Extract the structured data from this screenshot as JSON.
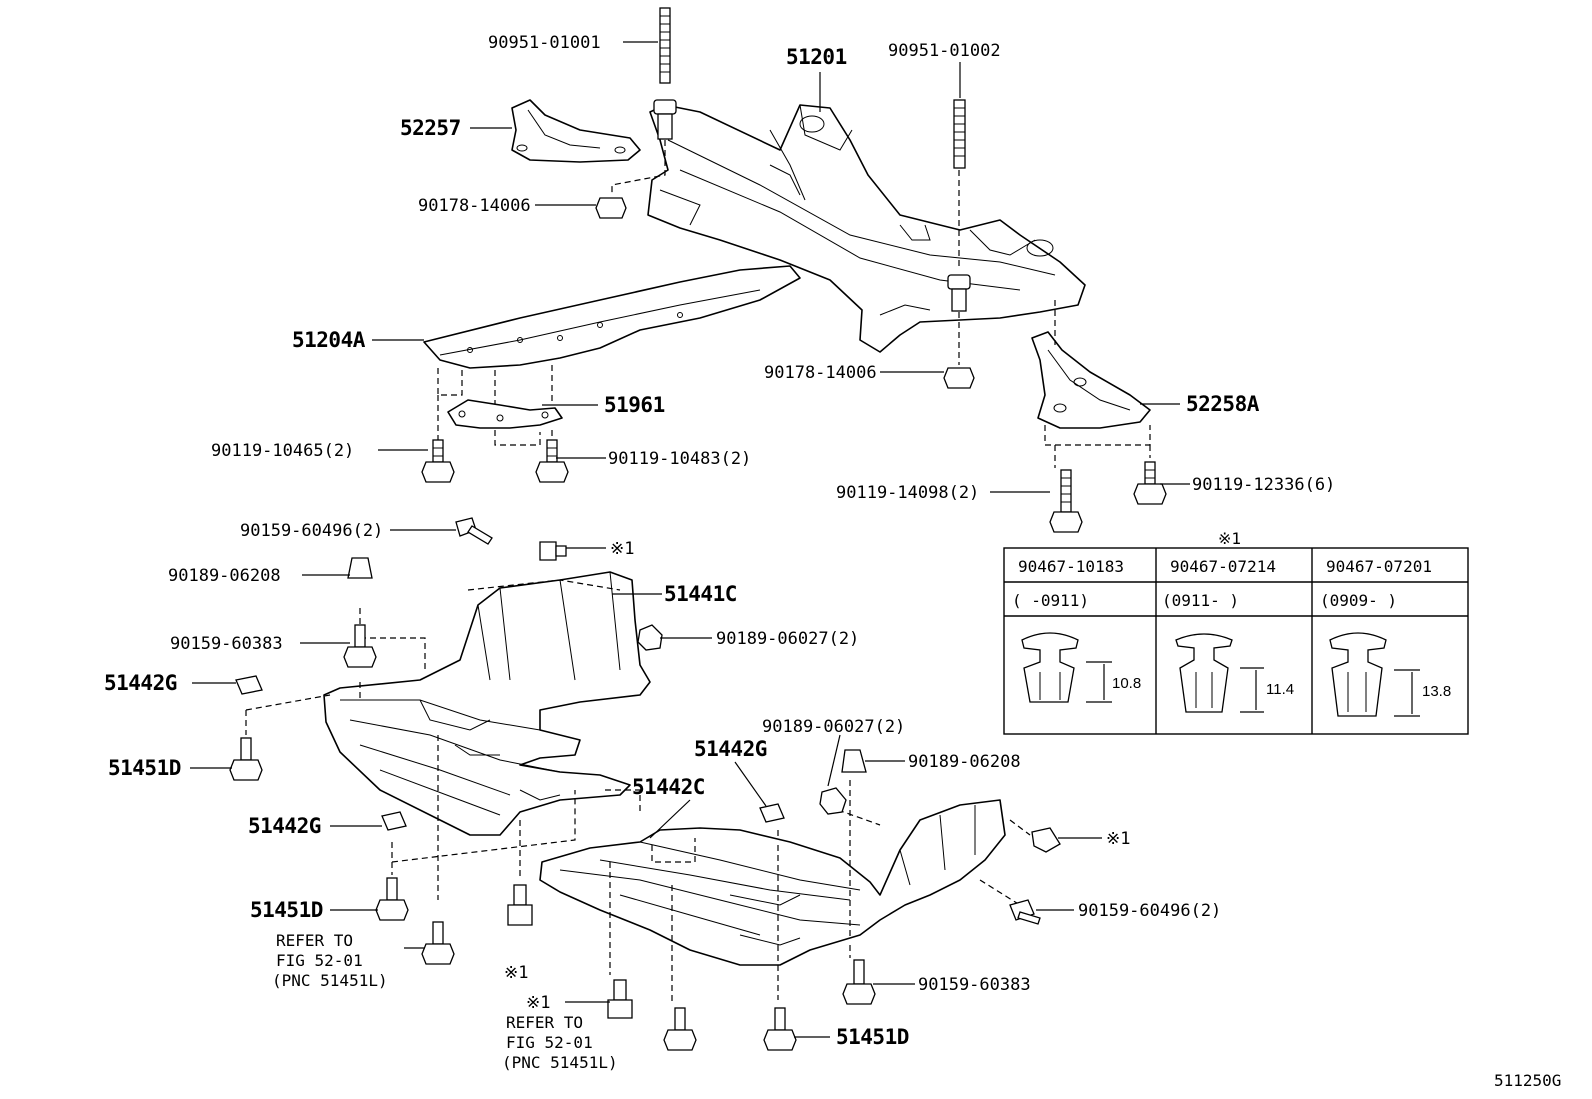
{
  "labels": {
    "p90951_01001": "90951-01001",
    "p51201": "51201",
    "p90951_01002": "90951-01002",
    "p52257": "52257",
    "p90178_14006_a": "90178-14006",
    "p51204A": "51204A",
    "p51961": "51961",
    "p90178_14006_b": "90178-14006",
    "p52258A": "52258A",
    "p90119_10465": "90119-10465(2)",
    "p90119_10483": "90119-10483(2)",
    "p90119_14098": "90119-14098(2)",
    "p90119_12336": "90119-12336(6)",
    "p90159_60496_a": "90159-60496(2)",
    "star_a": "※1",
    "p90189_06208_a": "90189-06208",
    "p51441C": "51441C",
    "p90159_60383_a": "90159-60383",
    "p90189_06027_a": "90189-06027(2)",
    "p51442G_a": "51442G",
    "p51451D_a": "51451D",
    "p90189_06027_b": "90189-06027(2)",
    "p51442G_b": "51442G",
    "p90189_06208_b": "90189-06208",
    "p51442C": "51442C",
    "p51442G_c": "51442G",
    "star_b": "※1",
    "p51451D_b": "51451D",
    "p90159_60496_b": "90159-60496(2)",
    "star_c": "※1",
    "p90159_60383_b": "90159-60383",
    "star_d": "※1",
    "p51451D_c": "51451D"
  },
  "refer_left": [
    "REFER TO",
    "FIG 52-01",
    "(PNC 51451L)"
  ],
  "refer_mid": [
    "REFER TO",
    "FIG 52-01",
    "(PNC 51451L)"
  ],
  "table": {
    "title": "※1",
    "columns": [
      {
        "part": "90467-10183",
        "range": "(    -0911)",
        "dim": "10.8"
      },
      {
        "part": "90467-07214",
        "range": "(0911-    )",
        "dim": "11.4"
      },
      {
        "part": "90467-07201",
        "range": "(0909-    )",
        "dim": "13.8"
      }
    ]
  },
  "footer_code": "511250G"
}
